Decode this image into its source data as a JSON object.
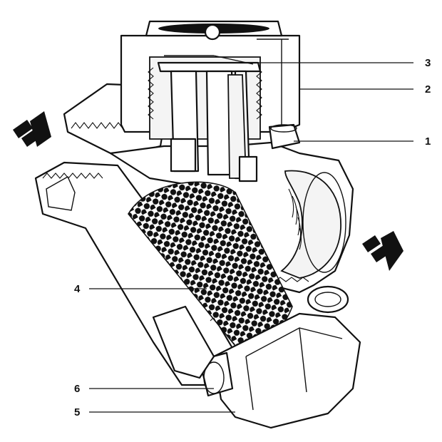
{
  "callouts": [
    {
      "id": "1",
      "label": "1"
    },
    {
      "id": "2",
      "label": "2"
    },
    {
      "id": "3",
      "label": "3"
    },
    {
      "id": "4",
      "label": "4"
    },
    {
      "id": "5",
      "label": "5"
    },
    {
      "id": "6",
      "label": "6"
    }
  ],
  "flow_arrows": [
    "inlet-flow-arrow",
    "outlet-flow-arrow"
  ],
  "colors": {
    "line": "#111111",
    "background": "#ffffff",
    "cut_surface": "#f4f4f4"
  }
}
